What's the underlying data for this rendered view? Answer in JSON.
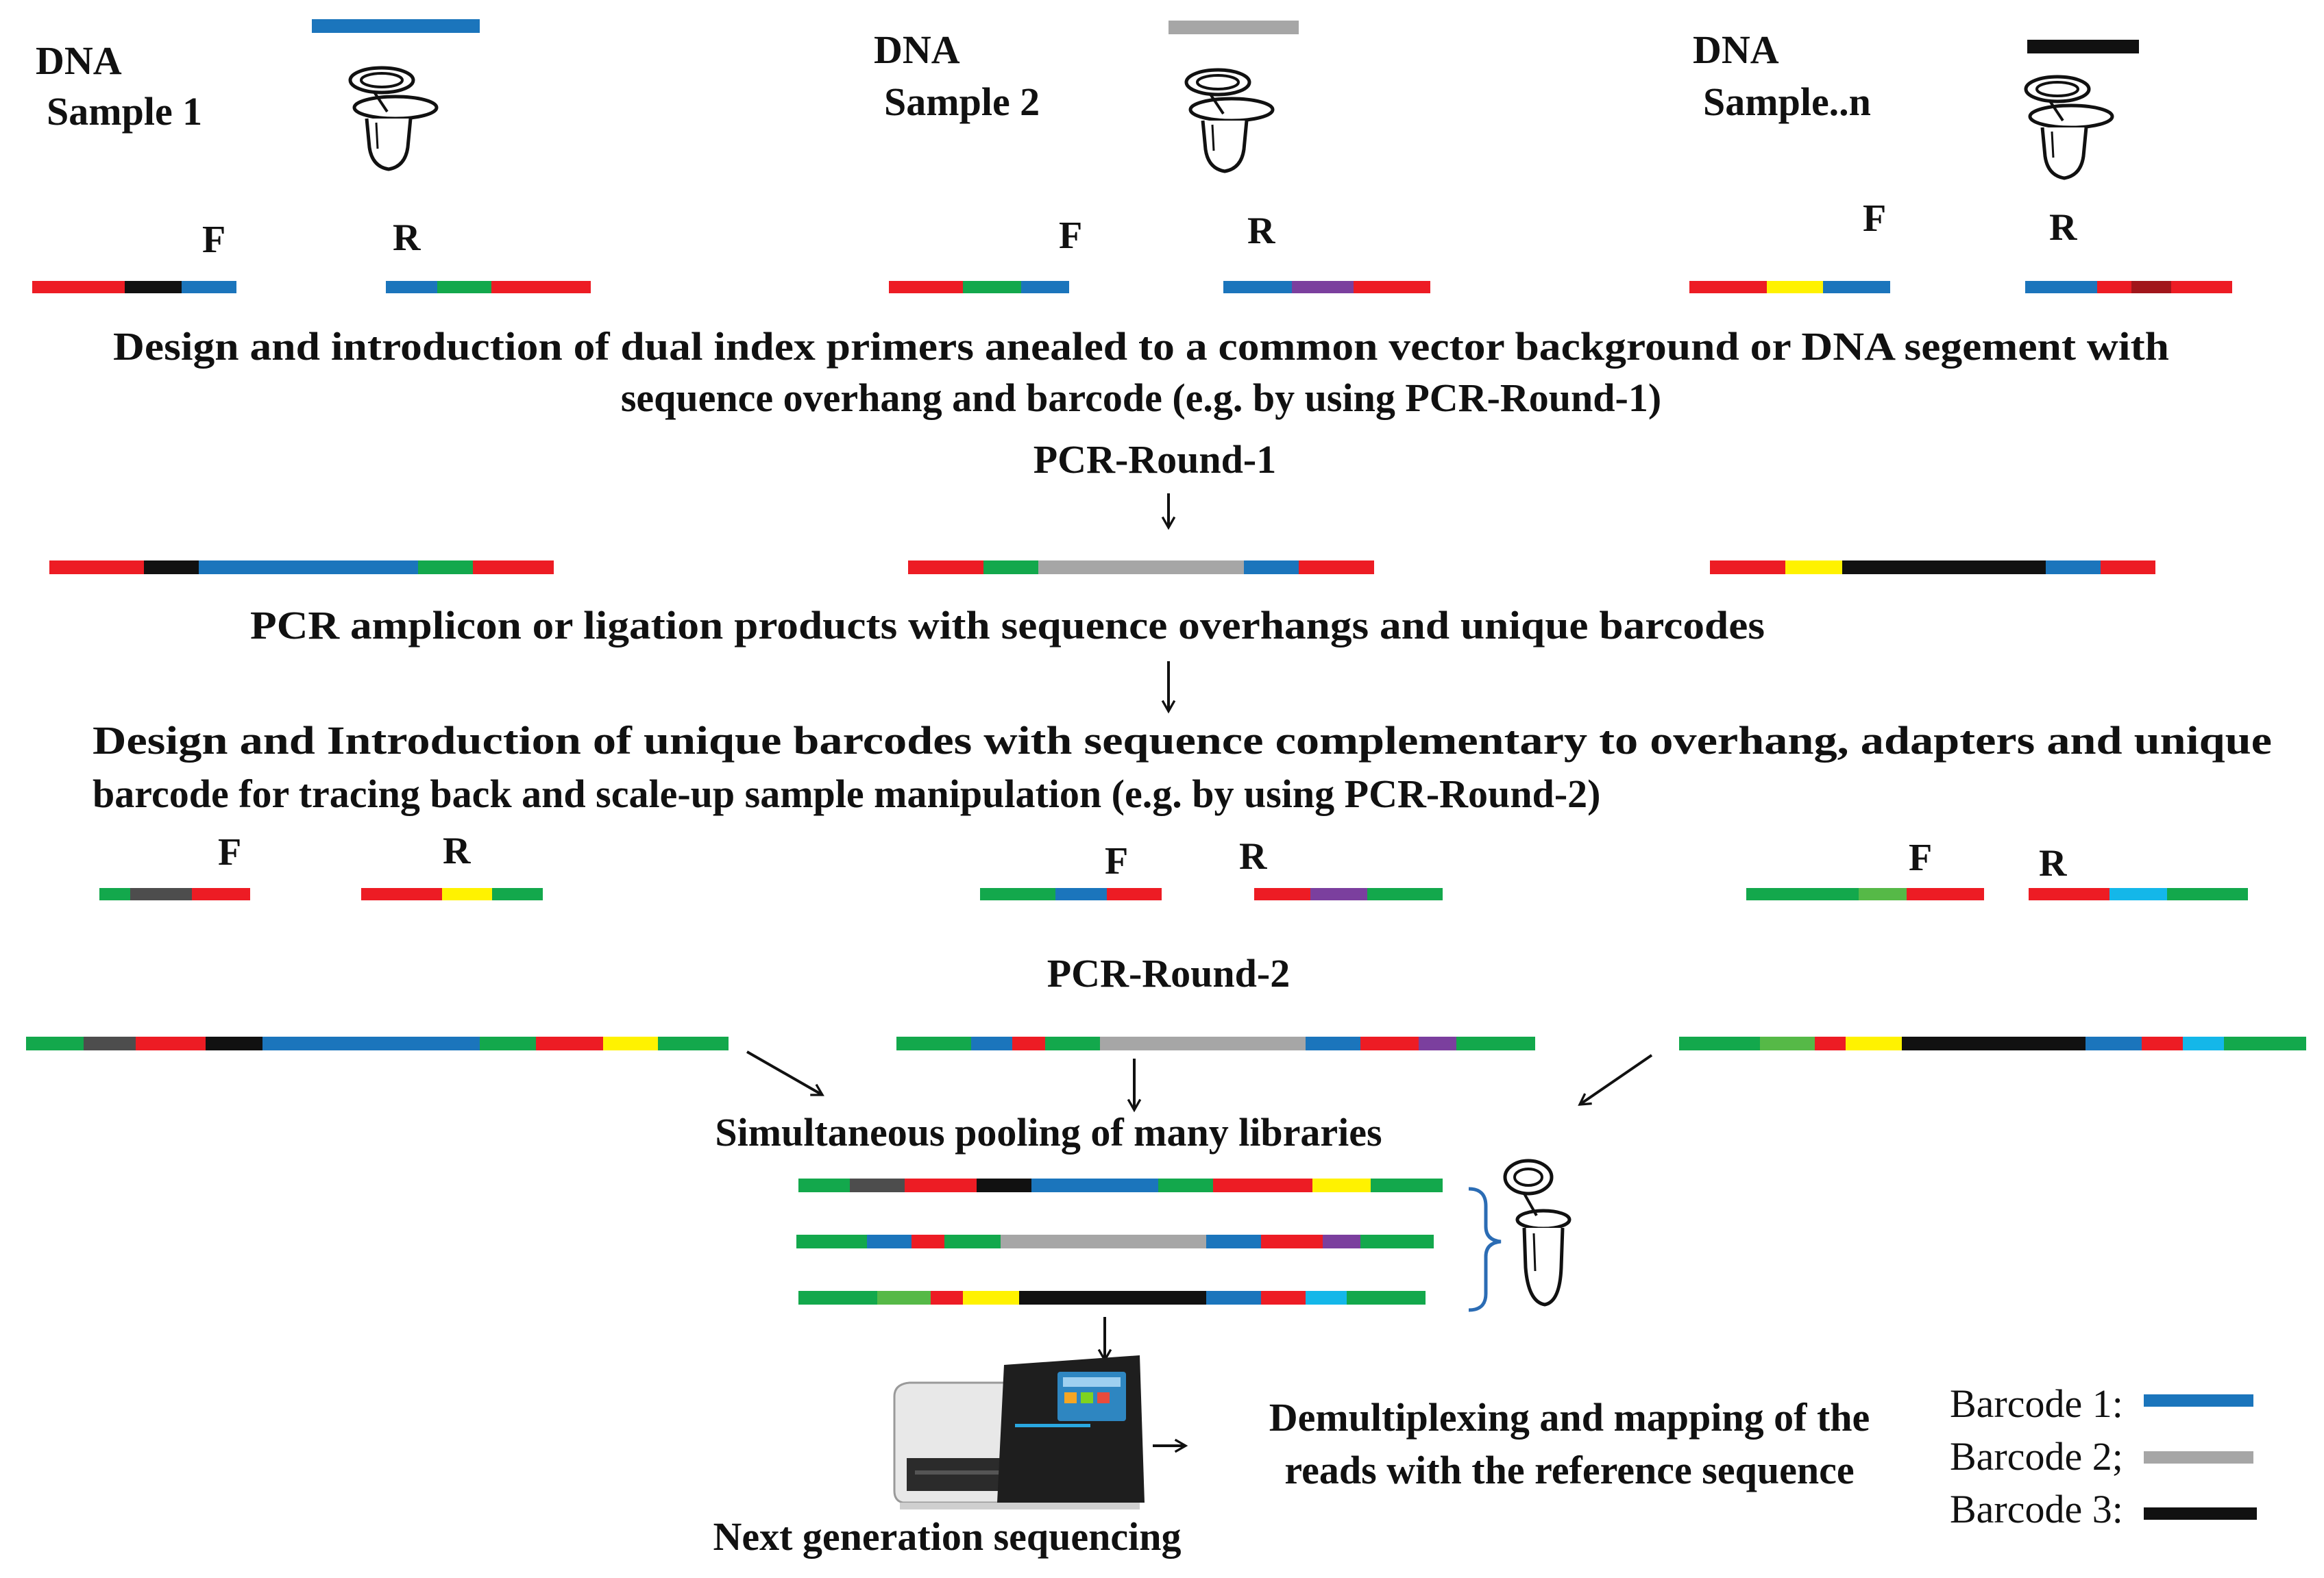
{
  "colors": {
    "red": "#ED1C24",
    "blue": "#1B75BC",
    "green": "#13A84C",
    "lightgreen": "#56B947",
    "black": "#111111",
    "gray": "#A6A6A6",
    "darkgray": "#4D4D4D",
    "yellow": "#FFF200",
    "purple": "#7B3F9E",
    "cyan": "#14B7E9",
    "darkred": "#A1161B",
    "bracket": "#2B6CB4"
  },
  "samples": [
    {
      "label_line1": "DNA",
      "label_line2": "Sample 1",
      "barcode": "blue"
    },
    {
      "label_line1": "DNA",
      "label_line2": "Sample 2",
      "barcode": "gray"
    },
    {
      "label_line1": "DNA",
      "label_line2": "Sample..n",
      "barcode": "black"
    }
  ],
  "primer_labels": {
    "forward": "F",
    "reverse": "R"
  },
  "captions": {
    "design_line1": "Design and introduction of dual index primers anealed to a common vector background or DNA segement with",
    "design_line2": "sequence overhang and barcode (e.g. by using PCR-Round-1)",
    "pcr_round1": "PCR-Round-1",
    "amplicon": "PCR amplicon or ligation products with sequence overhangs and unique barcodes",
    "design2_line1": "Design and Introduction of unique barcodes with sequence complementary to overhang, adapters and unique",
    "design2_line2": "barcode for tracing back and scale-up sample manipulation (e.g. by using PCR-Round-2)",
    "pcr_round2": "PCR-Round-2",
    "pooling": "Simultaneous pooling of many libraries",
    "ngs": "Next generation sequencing",
    "demux_line1": "Demultiplexing and mapping of the",
    "demux_line2": "reads with the reference sequence"
  },
  "legend": [
    {
      "label": "Barcode 1:",
      "color": "blue"
    },
    {
      "label": "Barcode 2;",
      "color": "gray"
    },
    {
      "label": "Barcode 3:",
      "color": "black"
    }
  ]
}
